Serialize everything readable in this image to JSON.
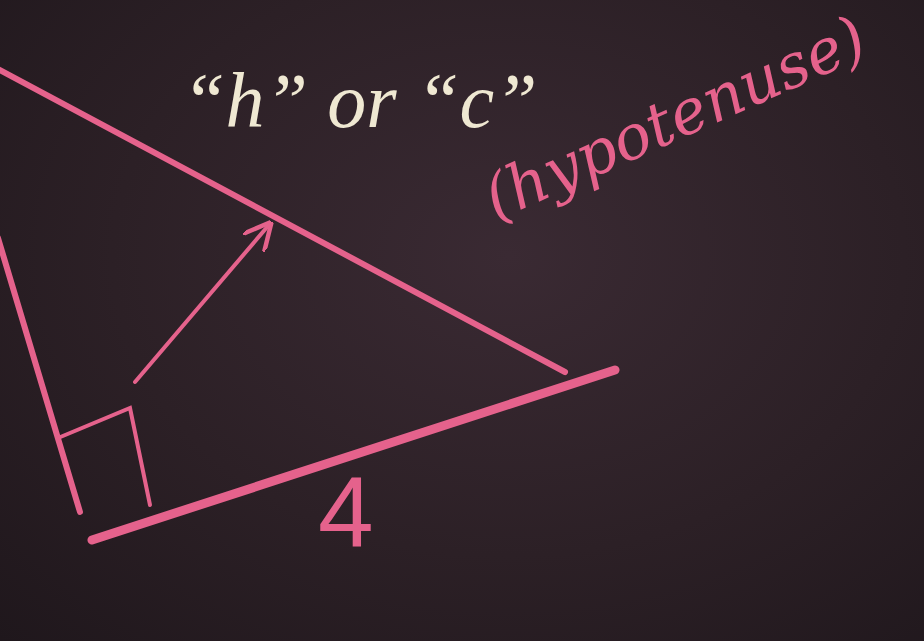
{
  "diagram": {
    "labels": [
      "“h” or “c”",
      "(hypotenuse)",
      "4"
    ]
  }
}
